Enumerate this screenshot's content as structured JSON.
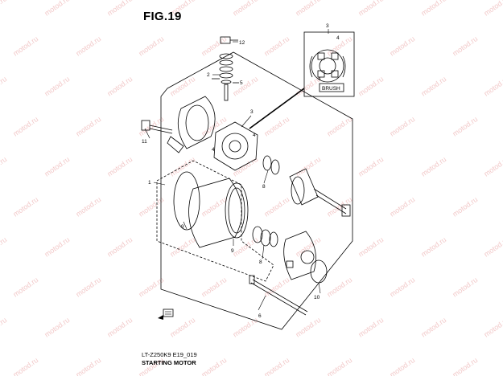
{
  "figure": {
    "title": "FIG.19",
    "code": "LT-Z250K9 E19_019",
    "caption": "STARTING MOTOR"
  },
  "watermark": {
    "text": "motod.ru"
  },
  "callouts": {
    "c1": "1",
    "c2": "2",
    "c3": "3",
    "c3b": "3",
    "c4": "4",
    "c4b": "4",
    "c5": "5",
    "c6": "6",
    "c8a": "8",
    "c8b": "8",
    "c9a": "9",
    "c9b": "9",
    "c10": "10",
    "c11": "11",
    "c12": "12",
    "c4i": "4",
    "c4j": "4"
  },
  "inset": {
    "label": "BRUSH"
  },
  "colors": {
    "line": "#000000",
    "watermark": "#f2c9c9"
  },
  "icons": {
    "orientation_arrow": "arrow-left-icon"
  }
}
